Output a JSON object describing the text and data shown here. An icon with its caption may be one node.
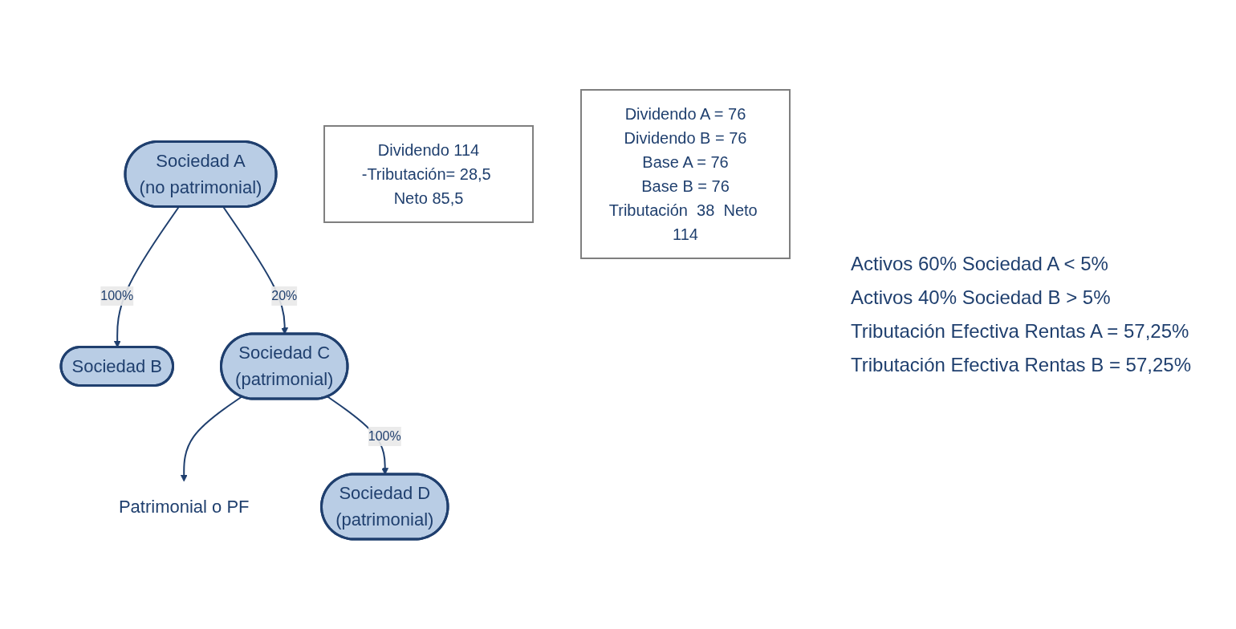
{
  "diagram": {
    "nodes": [
      {
        "text": [
          "Sociedad A",
          "(no patrimonial)"
        ]
      },
      {
        "text": [
          "Sociedad B"
        ]
      },
      {
        "text": [
          "Sociedad C",
          "(patrimonial)"
        ]
      },
      {
        "text": [
          "Patrimonial o PF"
        ]
      },
      {
        "text": [
          "Sociedad D",
          "(patrimonial)"
        ]
      },
      {
        "text": [
          "Dividendo 114",
          "-Tributación= 28,5 Neto 85,5"
        ]
      },
      {
        "text": [
          "Dividendo A = 76",
          "Dividendo B = 76",
          "Base A = 76",
          "Base B = 76",
          "Tributación  38  Neto 114"
        ]
      }
    ],
    "edges": [
      {
        "from": 0,
        "to": 1,
        "arrow": "to",
        "label": "100%"
      },
      {
        "from": 0,
        "to": 2,
        "arrow": "to",
        "label": "20%"
      },
      {
        "from": 2,
        "to": 3,
        "arrow": "to"
      },
      {
        "from": 2,
        "to": 4,
        "arrow": "to",
        "label": "100%"
      }
    ],
    "labels": [
      "Activos 60% Sociedad A < 5%",
      "Activos 40% Sociedad B > 5%",
      "Tributación Efectiva Rentas A = 57,25%",
      "Tributación Efectiva Rentas B = 57,25%"
    ]
  }
}
